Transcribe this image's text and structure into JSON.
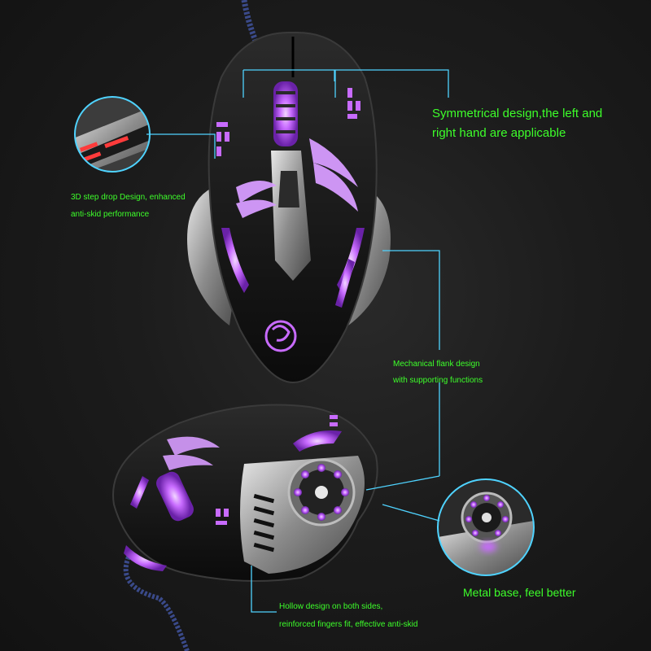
{
  "callouts": {
    "symmetrical": {
      "line1": "Symmetrical design,the left and",
      "line2": "right hand are applicable"
    },
    "step_drop": {
      "line1": "3D step drop Design, enhanced",
      "line2": "anti-skid performance"
    },
    "flank": {
      "line1": "Mechanical flank design",
      "line2": "with supporting functions"
    },
    "metal_base": {
      "line1": "Metal base, feel better"
    },
    "hollow": {
      "line1": "Hollow design on both sides,",
      "line2": "reinforced fingers fit, effective anti-skid"
    }
  },
  "colors": {
    "background": "#1c1c1c",
    "callout_text": "#3dff2a",
    "leader_line": "#4fd3ff",
    "led_glow": "#c86bff",
    "mouse_body": "#151515",
    "metal_trim": "#9a9a9a"
  },
  "icons": {
    "logo": "dragon-logo-icon"
  }
}
